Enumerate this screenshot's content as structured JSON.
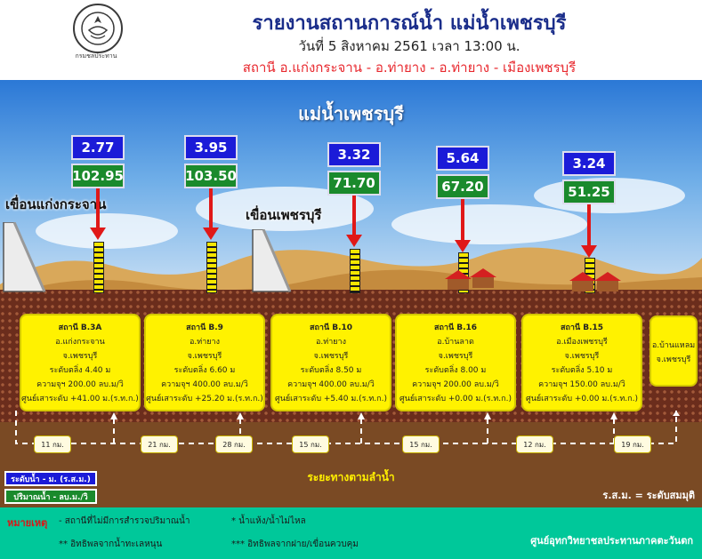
{
  "header": {
    "logo_org": "กรมชลประทาน",
    "title": "รายงานสถานการณ์น้ำ แม่น้ำเพชรบุรี",
    "date_line": "วันที่ 5 สิงหาคม 2561 เวลา 13:00 น.",
    "stations_line": "สถานี อ.แก่งกระจาน - อ.ท่ายาง - อ.ท่ายาง - เมืองเพชรบุรี"
  },
  "scene": {
    "river_title": "แม่น้ำเพชรบุรี",
    "dams": [
      {
        "label": "เขื่อนแก่งกระจาน"
      },
      {
        "label": "เขื่อนเพชรบุรี"
      }
    ]
  },
  "stations": [
    {
      "level": "2.77",
      "flow": "102.95",
      "name": "สถานี B.3A",
      "district": "อ.แก่งกระจาน",
      "province": "จ.เพชรบุรี",
      "bank": "ระดับตลิ่ง 4.40 ม",
      "capacity": "ความจุฯ 200.00 ลบ.ม/วิ",
      "datum": "ศูนย์เสาระดับ +41.00 ม.(ร.ท.ก.)"
    },
    {
      "level": "3.95",
      "flow": "103.50",
      "name": "สถานี B.9",
      "district": "อ.ท่ายาง",
      "province": "จ.เพชรบุรี",
      "bank": "ระดับตลิ่ง 6.60 ม",
      "capacity": "ความจุฯ 400.00 ลบ.ม/วิ",
      "datum": "ศูนย์เสาระดับ +25.20 ม.(ร.ท.ก.)"
    },
    {
      "level": "3.32",
      "flow": "71.70",
      "name": "สถานี B.10",
      "district": "อ.ท่ายาง",
      "province": "จ.เพชรบุรี",
      "bank": "ระดับตลิ่ง 8.50 ม",
      "capacity": "ความจุฯ 400.00 ลบ.ม/วิ",
      "datum": "ศูนย์เสาระดับ +5.40 ม.(ร.ท.ก.)"
    },
    {
      "level": "5.64",
      "flow": "67.20",
      "name": "สถานี B.16",
      "district": "อ.บ้านลาด",
      "province": "จ.เพชรบุรี",
      "bank": "ระดับตลิ่ง 8.00 ม",
      "capacity": "ความจุฯ 200.00 ลบ.ม/วิ",
      "datum": "ศูนย์เสาระดับ +0.00 ม.(ร.ท.ก.)"
    },
    {
      "level": "3.24",
      "flow": "51.25",
      "name": "สถานี B.15",
      "district": "อ.เมืองเพชรบุรี",
      "province": "จ.เพชรบุรี",
      "bank": "ระดับตลิ่ง 5.10 ม",
      "capacity": "ความจุฯ 150.00 ลบ.ม/วิ",
      "datum": "ศูนย์เสาระดับ +0.00 ม.(ร.ท.ก.)"
    }
  ],
  "end_card": {
    "district": "อ.บ้านแหลม",
    "province": "จ.เพชรบุรี"
  },
  "distances": [
    "11 กม.",
    "21 กม.",
    "28 กม.",
    "15 กม.",
    "15 กม.",
    "12 กม.",
    "19 กม."
  ],
  "legend": {
    "level": "ระดับน้ำ - ม. (ร.ส.ม.)",
    "flow": "ปริมาณน้ำ - ลบ.ม./วิ",
    "distance_label": "ระยะทางตามลำน้ำ",
    "msl_note": "ร.ส.ม. = ระดับสมมุติ"
  },
  "footer": {
    "label": "หมายเหตุ",
    "note1": "-  สถานีที่ไม่มีการสำรวจปริมาณน้ำ",
    "note2": "*  น้ำแห้ง/น้ำไม่ไหล",
    "note3": "**  อิทธิพลจากน้ำทะเลหนุน",
    "note4": "***  อิทธิพลจากฝาย/เขื่อนควบคุม",
    "center": "ศูนย์อุทกวิทยาชลประทานภาคตะวันตก"
  },
  "colors": {
    "level_box": "#1b1bd8",
    "flow_box": "#1a8a2c",
    "card": "#fff200",
    "footer": "#00c89a",
    "title": "#1a2d8a",
    "subtitle_red": "#e8282e"
  }
}
